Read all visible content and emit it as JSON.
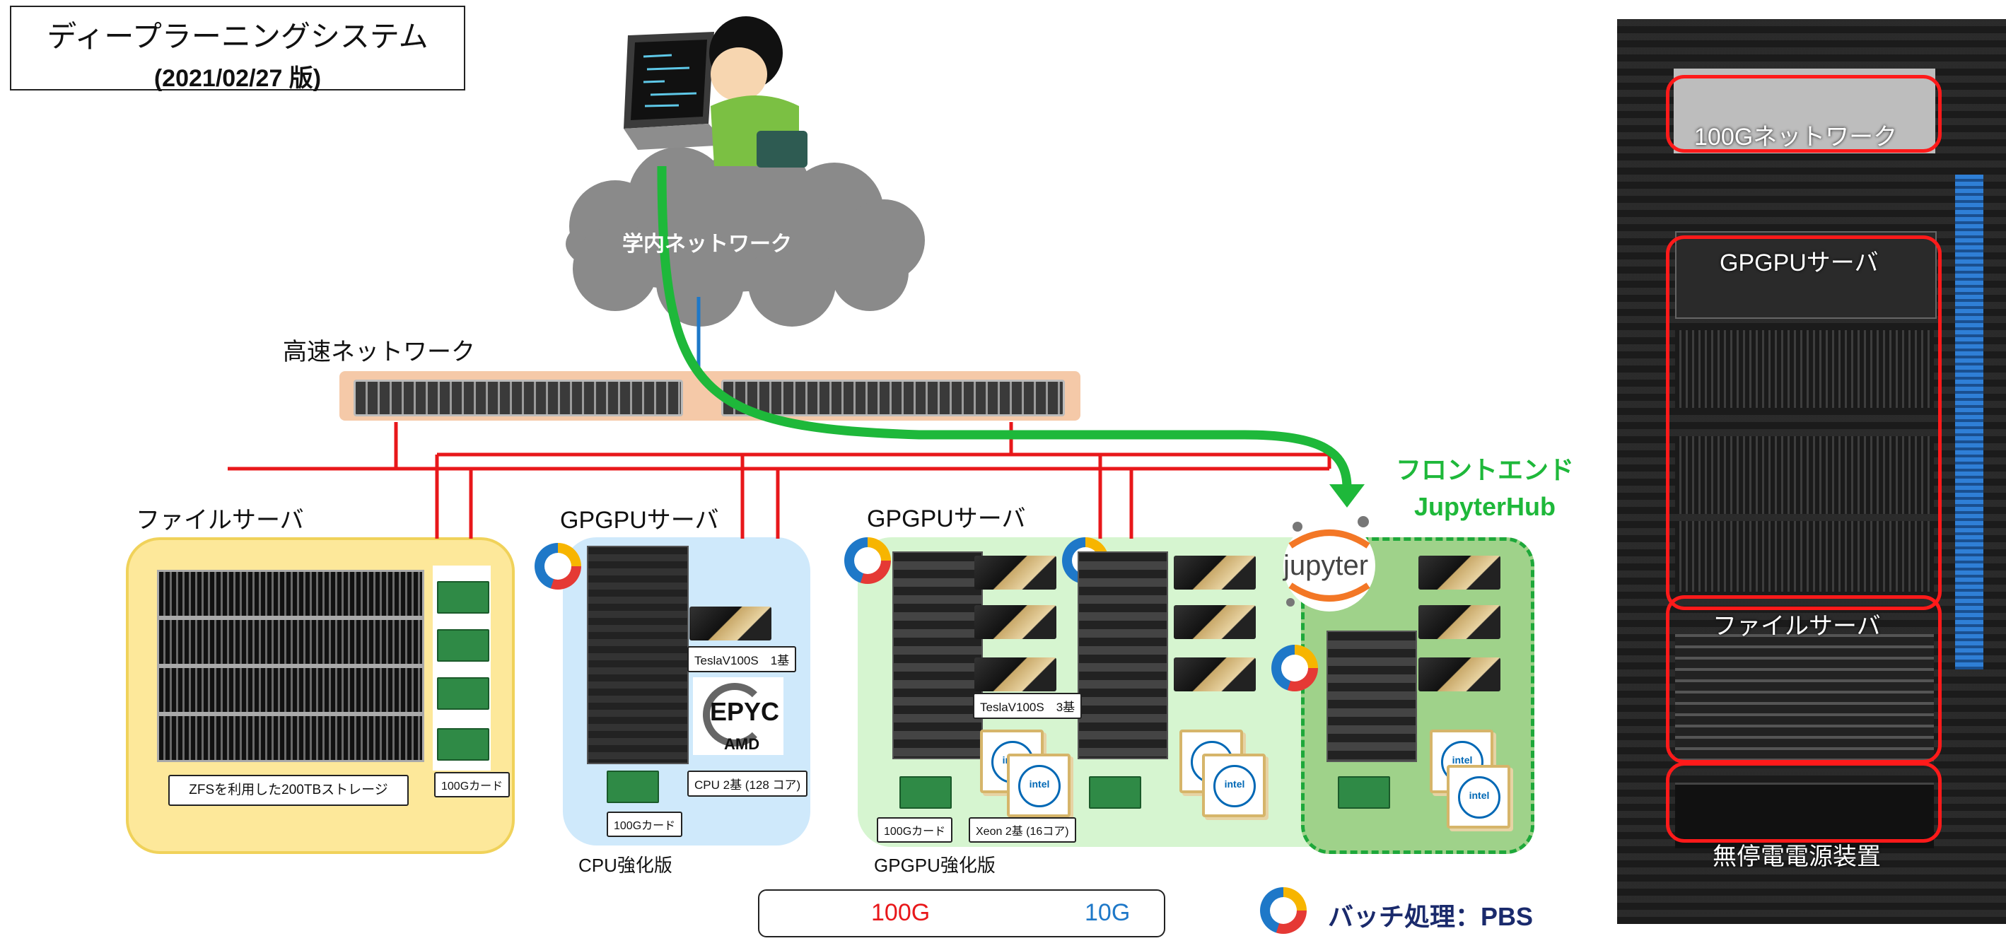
{
  "title": {
    "main": "ディープラーニングシステム",
    "date": "(2021/02/27 版)"
  },
  "cloud_label": "学内ネットワーク",
  "network_label": "高速ネットワーク",
  "file_server": {
    "label": "ファイルサーバ",
    "storage": "ZFSを利用した200TBストレージ",
    "card": "100Gカード"
  },
  "gpgpu_cpu": {
    "label": "GPGPUサーバ",
    "gpu": "TeslaV100S　1基",
    "cpu": "CPU  2基 (128 コア)",
    "card": "100Gカード",
    "caption": "CPU強化版",
    "epyc": "EPYC",
    "amd": "AMD"
  },
  "gpgpu_gpu": {
    "label": "GPGPUサーバ",
    "gpu": "TeslaV100S　3基",
    "cpu": "Xeon  2基 (16コア)",
    "card": "100Gカード",
    "caption": "GPGPU強化版"
  },
  "frontend": {
    "line1": "フロントエンド",
    "line2": "JupyterHub",
    "logo": "jupyter"
  },
  "legend": {
    "red": "100G",
    "blue": "10G"
  },
  "pbs": "バッチ処理：PBS",
  "rack": {
    "net": "100Gネットワーク",
    "gpu": "GPGPUサーバ",
    "file": "ファイルサーバ",
    "ups": "無停電電源装置"
  },
  "intel_label": "intel",
  "colors": {
    "line_100g": "#e8171a",
    "line_10g": "#1e78c8",
    "arrow": "#1eb83a",
    "front_text": "#1eb83a"
  }
}
